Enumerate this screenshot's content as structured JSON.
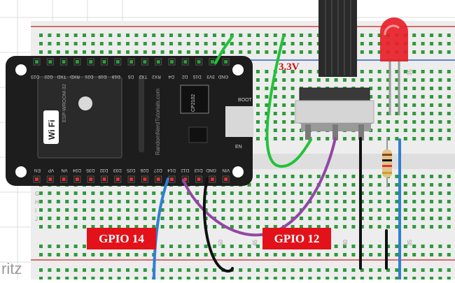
{
  "labels": {
    "v33": "3.3V",
    "gpio14": "GPIO 14",
    "gpio12": "GPIO 12"
  },
  "board": {
    "wifi": "Wi Fi",
    "module": "ESP-WROOM-32",
    "brand": "RandomNerdTutorials.com",
    "chip": "CP2102",
    "boot": "BOOT",
    "en": "EN",
    "top_pins": [
      "GND",
      "3V3",
      "D15",
      "D2",
      "D4",
      "RX2",
      "TX2",
      "D5",
      "D18",
      "D19",
      "D21",
      "RXD",
      "TXD",
      "D22",
      "D23"
    ],
    "bottom_pins": [
      "VIN",
      "GND",
      "D13",
      "D12",
      "D14",
      "D27",
      "D26",
      "D25",
      "D33",
      "D32",
      "D35",
      "D34",
      "VN",
      "VP",
      "EN"
    ]
  },
  "breadboard": {
    "row_letters": [
      "G",
      "H",
      "I",
      "J"
    ],
    "col_numbers": [
      "50",
      "45",
      "40",
      "35",
      "35"
    ]
  },
  "watermark": "ritz",
  "colors": {
    "label_bg": "#e3121a",
    "label_text": "#ffffff",
    "v33_text": "#cc1111",
    "wire_green": "#22c23a",
    "wire_purple": "#9247a4",
    "wire_blue": "#2f7fd4",
    "wire_black": "#111111",
    "board_body": "#1d1d1d",
    "breadboard": "#ececec",
    "hole": "#2e9a3a",
    "led_red": "#e82028"
  }
}
